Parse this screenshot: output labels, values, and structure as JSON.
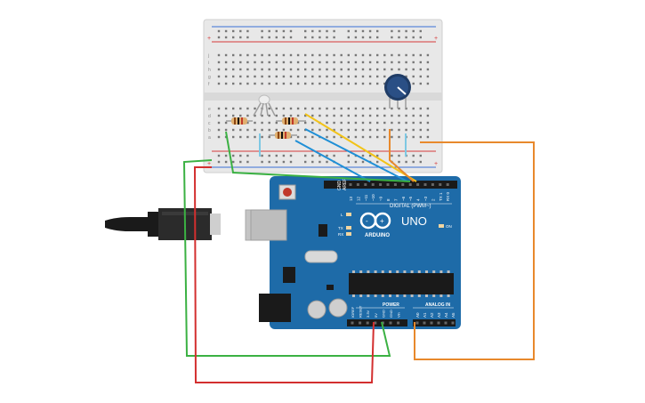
{
  "canvas": {
    "background": "#ffffff"
  },
  "breadboard": {
    "color": "#e8e8e8",
    "rail_plus": "+",
    "rail_minus": "-",
    "row_letters_top": [
      "j",
      "i",
      "h",
      "g",
      "f"
    ],
    "row_letters_bottom": [
      "e",
      "d",
      "c",
      "b",
      "a"
    ],
    "rail_red": "#d63a3a",
    "rail_blue": "#3a6fd6"
  },
  "components": {
    "potentiometer": {
      "icon": "potentiometer-knob-icon",
      "color": "#1f3c66"
    },
    "rgb_led": {
      "icon": "rgb-led-icon"
    },
    "resistors": [
      "resistor-1",
      "resistor-2",
      "resistor-3"
    ]
  },
  "arduino": {
    "board_color": "#1e6ba8",
    "logo_text": "ARDUINO",
    "model": "UNO",
    "digital_label": "DIGITAL (PWM~)",
    "power_label": "POWER",
    "analog_label": "ANALOG IN",
    "aref": "AREF",
    "gnd": "GND",
    "on_label": "ON",
    "led_l": "L",
    "led_tx": "TX",
    "led_rx": "RX",
    "digital_pins": [
      "13",
      "12",
      "~11",
      "~10",
      "~9",
      "8",
      "7",
      "~6",
      "~5",
      "4",
      "~3",
      "2",
      "TX 1",
      "RX 0"
    ],
    "power_pins": [
      "IOREF",
      "RESET",
      "3.3V",
      "5V",
      "GND",
      "GND",
      "Vin"
    ],
    "analog_pins": [
      "A0",
      "A1",
      "A2",
      "A3",
      "A4",
      "A5"
    ]
  },
  "wires": {
    "green": "#3bb143",
    "red": "#d32f2f",
    "orange": "#e8892c",
    "yellow": "#f2c318",
    "blue": "#1f8fd6",
    "cyan": "#7ec8e3"
  }
}
